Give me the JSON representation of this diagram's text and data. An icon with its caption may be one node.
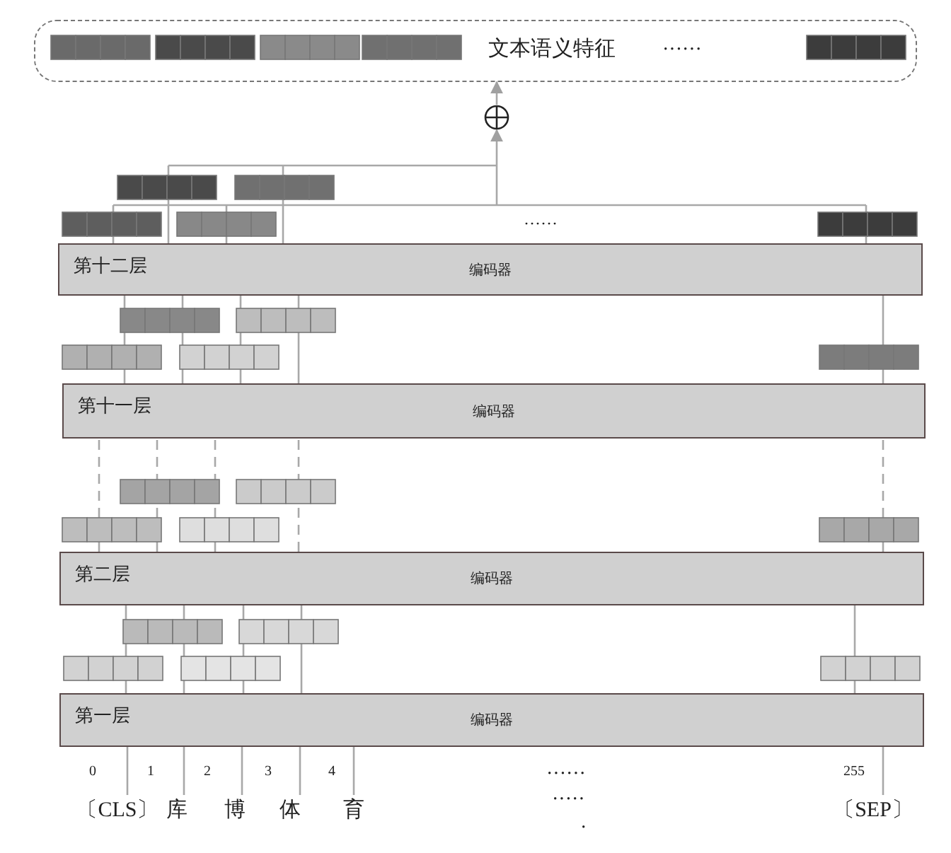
{
  "diagram": {
    "nodes": [
      {
        "text": [
          "文本语义特征"
        ]
      },
      {
        "text": [],
        "shape": "circle"
      },
      {
        "text": [
          "第十二层",
          "编码器"
        ]
      },
      {
        "text": [
          "第十一层",
          "编码器"
        ]
      },
      {
        "text": [
          "第二层",
          "编码器"
        ]
      },
      {
        "text": [
          "第一层",
          "编码器"
        ]
      },
      {
        "text": [
          "〔CLS〕"
        ]
      },
      {
        "text": [
          "库"
        ]
      },
      {
        "text": [
          "博"
        ]
      },
      {
        "text": [
          "体"
        ]
      },
      {
        "text": [
          "育"
        ]
      },
      {
        "text": [
          "〔SEP〕"
        ]
      }
    ],
    "edges": [
      {
        "from": 1,
        "to": 0,
        "arrow": "to"
      },
      {
        "from": 2,
        "to": 1,
        "arrow": "to"
      },
      {
        "from": 3,
        "to": 2,
        "arrow": "none"
      },
      {
        "from": 3,
        "to": 2,
        "arrow": "none"
      },
      {
        "from": 3,
        "to": 2,
        "arrow": "none"
      },
      {
        "from": 3,
        "to": 2,
        "arrow": "none"
      },
      {
        "from": 3,
        "to": 2,
        "arrow": "none"
      },
      {
        "from": 4,
        "to": 3,
        "arrow": "none",
        "style": "dashed"
      },
      {
        "from": 4,
        "to": 3,
        "arrow": "none",
        "style": "dashed"
      },
      {
        "from": 4,
        "to": 3,
        "arrow": "none",
        "style": "dashed"
      },
      {
        "from": 4,
        "to": 3,
        "arrow": "none",
        "style": "dashed"
      },
      {
        "from": 4,
        "to": 3,
        "arrow": "none",
        "style": "dashed"
      },
      {
        "from": 5,
        "to": 4,
        "arrow": "none"
      },
      {
        "from": 5,
        "to": 4,
        "arrow": "none"
      },
      {
        "from": 5,
        "to": 4,
        "arrow": "none"
      },
      {
        "from": 5,
        "to": 4,
        "arrow": "none"
      },
      {
        "from": 5,
        "to": 4,
        "arrow": "none"
      },
      {
        "from": 6,
        "to": 5,
        "arrow": "none"
      },
      {
        "from": 7,
        "to": 5,
        "arrow": "none"
      },
      {
        "from": 8,
        "to": 5,
        "arrow": "none"
      },
      {
        "from": 9,
        "to": 5,
        "arrow": "none"
      },
      {
        "from": 10,
        "to": 5,
        "arrow": "none"
      },
      {
        "from": 11,
        "to": 5,
        "arrow": "none"
      }
    ],
    "labels": [
      "······",
      "······",
      "0",
      "1",
      "2",
      "3",
      "4",
      "······",
      "255",
      "·····",
      "·"
    ]
  }
}
